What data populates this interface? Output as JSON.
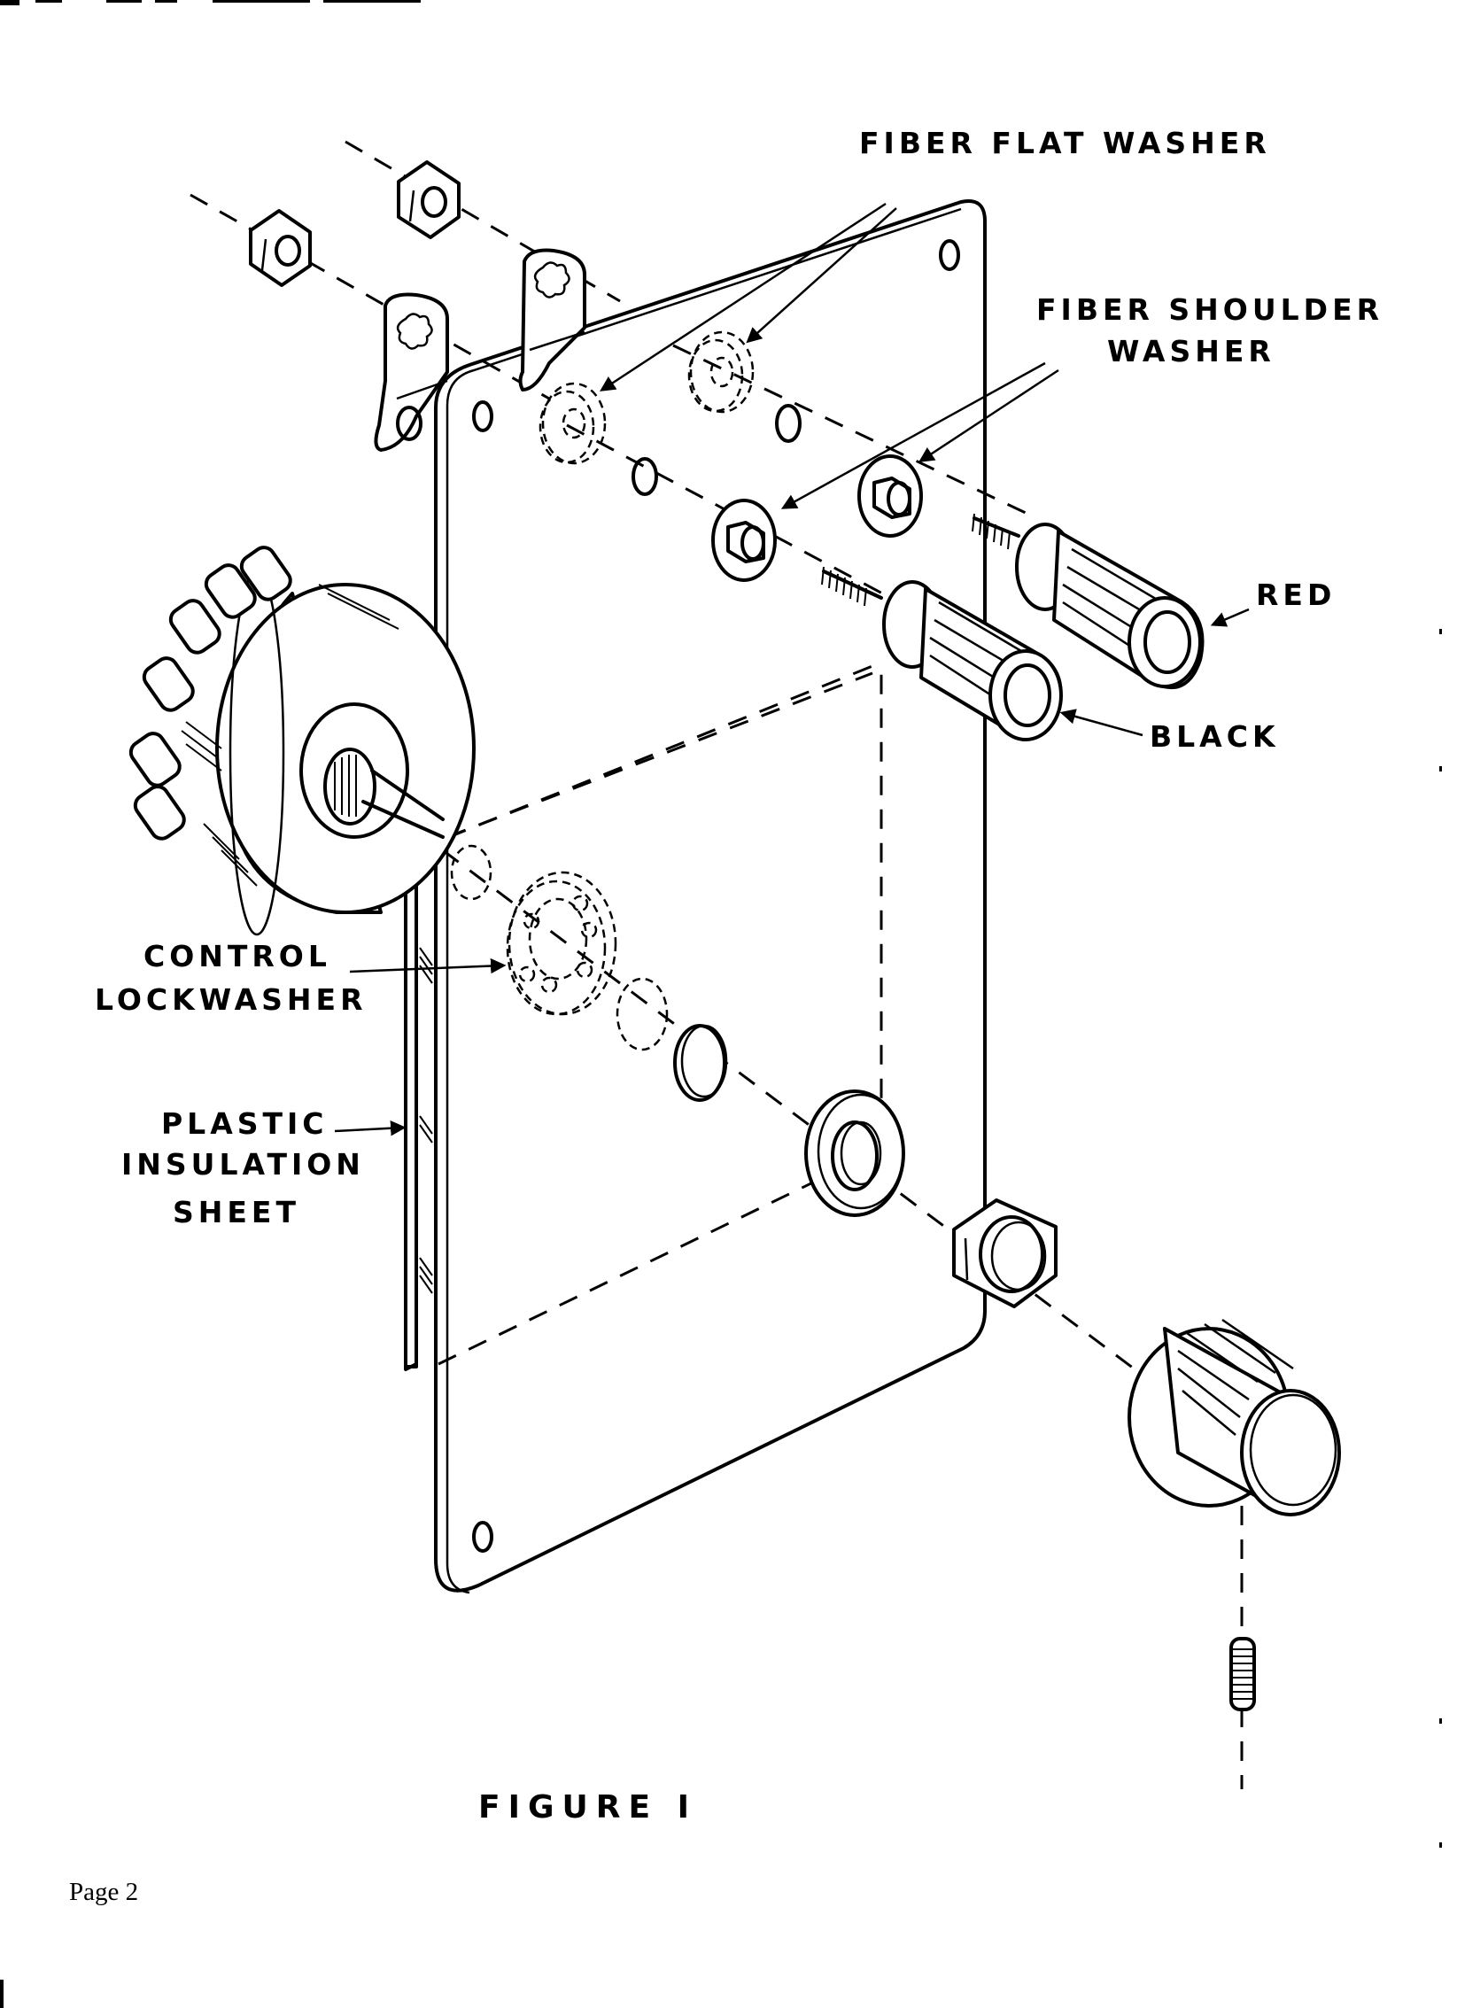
{
  "document": {
    "page_label": "Page 2",
    "figure_caption": "FIGURE I"
  },
  "labels": {
    "fiber_flat_washer": "FIBER FLAT WASHER",
    "fiber_shoulder_washer_line1": "FIBER SHOULDER",
    "fiber_shoulder_washer_line2": "WASHER",
    "red": "RED",
    "black": "BLACK",
    "control_lockwasher_line1": "CONTROL",
    "control_lockwasher_line2": "LOCKWASHER",
    "plastic_insulation_sheet_line1": "PLASTIC",
    "plastic_insulation_sheet_line2": "INSULATION",
    "plastic_insulation_sheet_line3": "SHEET"
  },
  "parts": [
    "hex-nut",
    "solder-lug",
    "mounting-plate",
    "fiber-flat-washer",
    "fiber-shoulder-washer",
    "binding-post-red",
    "binding-post-black",
    "rotary-switch",
    "control-lockwasher",
    "plastic-insulation-sheet",
    "panel-nut",
    "control-knob",
    "set-screw"
  ]
}
